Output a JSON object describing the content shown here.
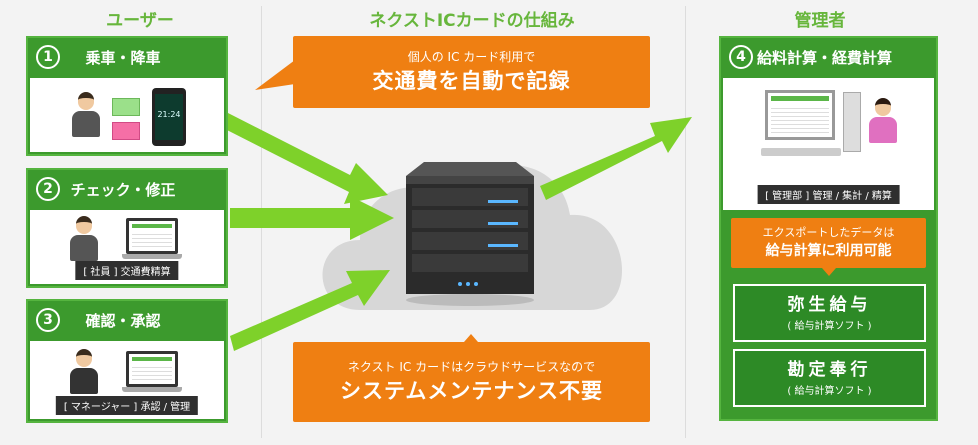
{
  "columns": {
    "users": "ユーザー",
    "center": "ネクストICカードの仕組み",
    "admin": "管理者"
  },
  "steps": [
    {
      "num": "1",
      "label": "乗車・降車"
    },
    {
      "num": "2",
      "label": "チェック・修正",
      "caption": "[ 社員 ] 交通費精算"
    },
    {
      "num": "3",
      "label": "確認・承認",
      "caption": "[ マネージャー ] 承認 / 管理"
    },
    {
      "num": "4",
      "label": "給料計算・経費計算",
      "caption": "[ 管理部 ] 管理 / 集計 / 精算"
    }
  ],
  "callout_top": {
    "small": "個人の IC カード利用で",
    "big": "交通費を自動で記録"
  },
  "callout_bottom": {
    "small": "ネクスト IC カードはクラウドサービスなので",
    "big": "システムメンテナンス不要"
  },
  "export_note": {
    "small": "エクスポートしたデータは",
    "big": "給与計算に利用可能"
  },
  "software": [
    {
      "name": "弥生給与",
      "sub": "( 給与計算ソフト )"
    },
    {
      "name": "勘定奉行",
      "sub": "( 給与計算ソフト )"
    }
  ],
  "phone_time": "21:24",
  "colors": {
    "green": "#3c9a2d",
    "orange": "#ef7f12",
    "arrow": "#7ed12a"
  }
}
